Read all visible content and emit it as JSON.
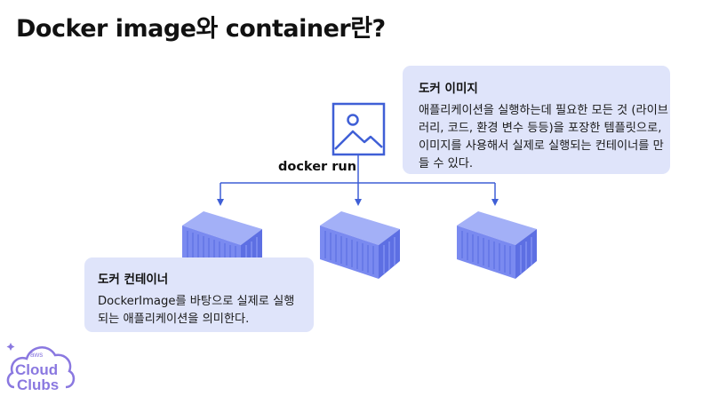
{
  "slide": {
    "title": "Docker image와 container란?",
    "command_label": "docker run",
    "colors": {
      "accent": "#3f5fd6",
      "box_background": "#dfe4fa",
      "container_fill": "#7a8af0",
      "logo_purple": "#8a78e0"
    }
  },
  "image_box": {
    "heading": "도커 이미지",
    "body": "애플리케이션을 실행하는데 필요한 모든 것 (라이브러리, 코드, 환경 변수 등등)을 포장한 템플릿으로, 이미지를 사용해서 실제로 실행되는 컨테이너를 만들 수 있다."
  },
  "container_box": {
    "heading": "도커 컨테이너",
    "body": "DockerImage를 바탕으로 실제로 실행되는 애플리케이션을 의미한다."
  },
  "icons": {
    "image": "image-icon",
    "containers": [
      "shipping-container-icon",
      "shipping-container-icon",
      "shipping-container-icon"
    ]
  },
  "logo": {
    "small_text": "aws",
    "line1": "Cloud",
    "line2": "Clubs"
  }
}
